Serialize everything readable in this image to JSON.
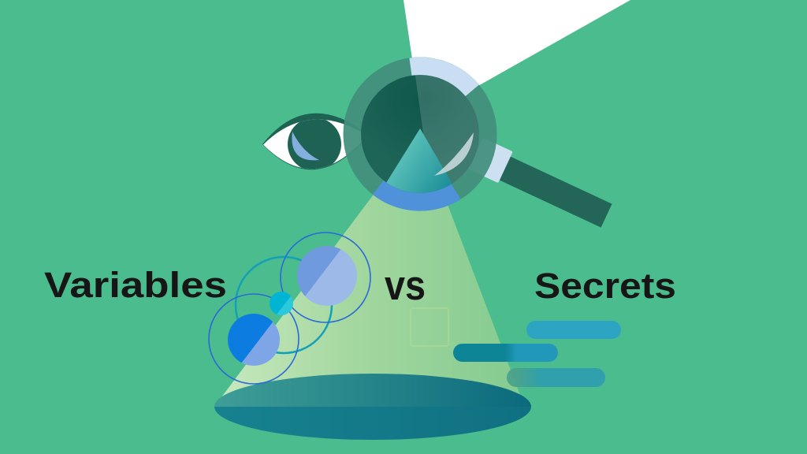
{
  "artwork": {
    "title_left": "Variables",
    "title_separator": "vs",
    "title_right": "Secrets"
  },
  "icons": [
    "eye-icon",
    "magnifier-icon",
    "spotlight-beam",
    "spotlight-cone",
    "light-pool-ellipse",
    "molecule-circles",
    "speed-bars"
  ],
  "colors": {
    "background": "#4abc8d",
    "beam_white": "#ffffff",
    "dark_green": "#1e6253",
    "handle_green": "#236658",
    "ring_green": "#428f7c",
    "ring_light_blue": "#c9def2",
    "ring_blue": "#4f92d9",
    "cone_light": "#cdeac1",
    "cone_dark": "#85cb90",
    "pool_teal_left": "#3f9e97",
    "pool_teal_right": "#0b6a7c",
    "pool_teal_bottom": "#17828f",
    "circle_blue": "#0d7ce0",
    "circle_cornflower": "#6f9ade",
    "circle_cyan": "#00b5d4",
    "orbit_blue": "#2a6ad6",
    "orbit_teal": "#14a0b6",
    "bar_teal_1": "#2da4c2",
    "bar_teal_2": "#2198ba",
    "bar_teal_2_shadow": "#0e8596",
    "bar_teal_3": "#2d9dae",
    "title_text": "#161616"
  }
}
